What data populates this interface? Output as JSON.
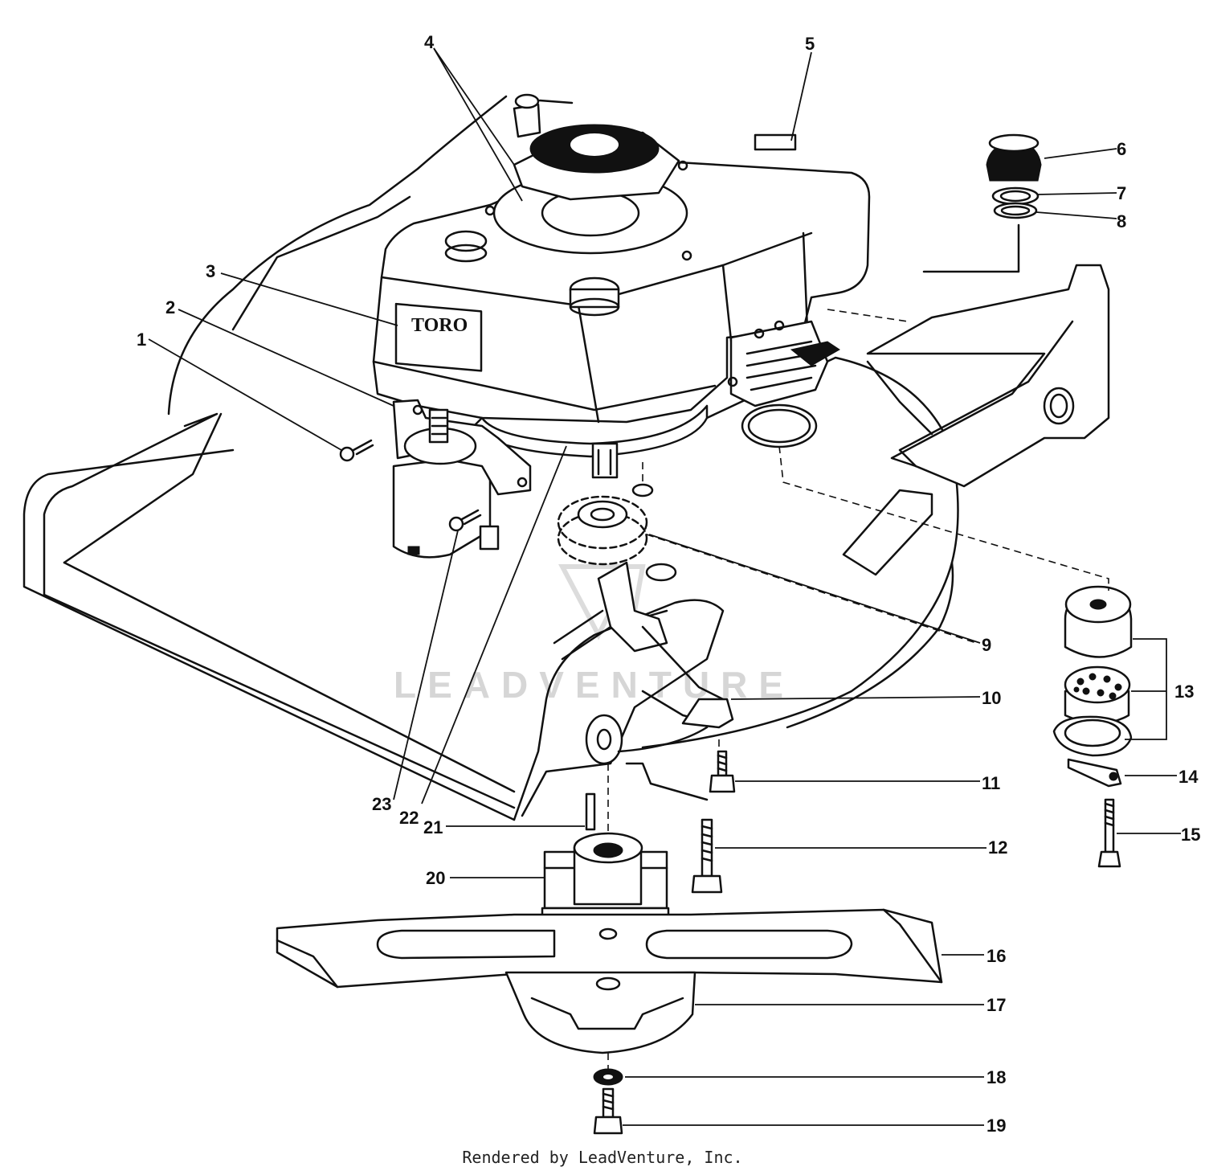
{
  "watermark": "LEADVENTURE",
  "credit": "Rendered by LeadVenture, Inc.",
  "engine_badge": "TORO",
  "callouts": [
    {
      "id": "c1",
      "label": "1"
    },
    {
      "id": "c2",
      "label": "2"
    },
    {
      "id": "c3",
      "label": "3"
    },
    {
      "id": "c4",
      "label": "4"
    },
    {
      "id": "c5",
      "label": "5"
    },
    {
      "id": "c6",
      "label": "6"
    },
    {
      "id": "c7",
      "label": "7"
    },
    {
      "id": "c8",
      "label": "8"
    },
    {
      "id": "c9",
      "label": "9"
    },
    {
      "id": "c10",
      "label": "10"
    },
    {
      "id": "c11",
      "label": "11"
    },
    {
      "id": "c12",
      "label": "12"
    },
    {
      "id": "c13",
      "label": "13"
    },
    {
      "id": "c14",
      "label": "14"
    },
    {
      "id": "c15",
      "label": "15"
    },
    {
      "id": "c16",
      "label": "16"
    },
    {
      "id": "c17",
      "label": "17"
    },
    {
      "id": "c18",
      "label": "18"
    },
    {
      "id": "c19",
      "label": "19"
    },
    {
      "id": "c20",
      "label": "20"
    },
    {
      "id": "c21",
      "label": "21"
    },
    {
      "id": "c22",
      "label": "22"
    },
    {
      "id": "c23",
      "label": "23"
    }
  ]
}
